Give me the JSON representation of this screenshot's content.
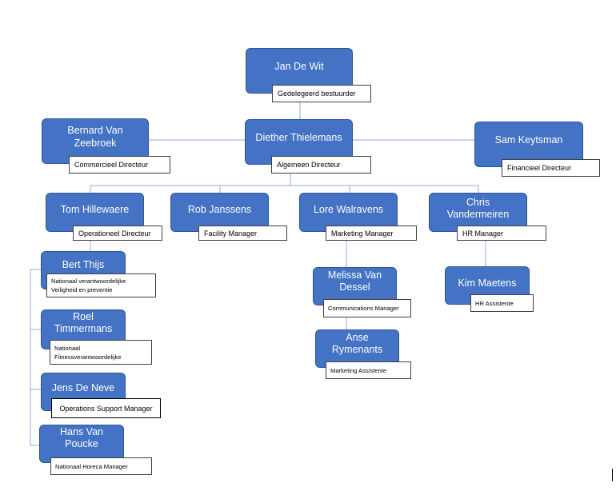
{
  "org": {
    "jan": {
      "name": "Jan De Wit",
      "role": "Gedelegeerd bestuurder"
    },
    "bernard": {
      "name": "Bernard Van Zeebroek",
      "role": "Commercieel Directeur"
    },
    "diether": {
      "name": "Diether Thielemans",
      "role": "Algemeen Directeur"
    },
    "sam": {
      "name": "Sam Keytsman",
      "role": "Financieel Directeur"
    },
    "tom": {
      "name": "Tom Hillewaere",
      "role": "Operationeel Directeur"
    },
    "rob": {
      "name": "Rob Janssens",
      "role": "Facility Manager"
    },
    "lore": {
      "name": "Lore Walravens",
      "role": "Marketing Manager"
    },
    "chris": {
      "name": "Chris Vandermeiren",
      "role": "HR Manager"
    },
    "bert": {
      "name": "Bert Thijs",
      "role": "Nationaal verantwoordelijke Veiligheid en preventie"
    },
    "roel": {
      "name": "Roel Timmermans",
      "role": "Nationaal Fitnessverantwoordelijke"
    },
    "jens": {
      "name": "Jens De Neve",
      "role": "Operations Support Manager"
    },
    "hans": {
      "name": "Hans Van Poucke",
      "role": "Nationaal Horeca Manager"
    },
    "melissa": {
      "name": "Melissa Van Dessel",
      "role": "Communications Manager"
    },
    "anse": {
      "name": "Anse Rymenants",
      "role": "Marketing Assistente"
    },
    "kim": {
      "name": "Kim Maetens",
      "role": "HR Assistente"
    }
  },
  "colors": {
    "node_fill": "#4472c4",
    "connector": "#8faadc"
  }
}
